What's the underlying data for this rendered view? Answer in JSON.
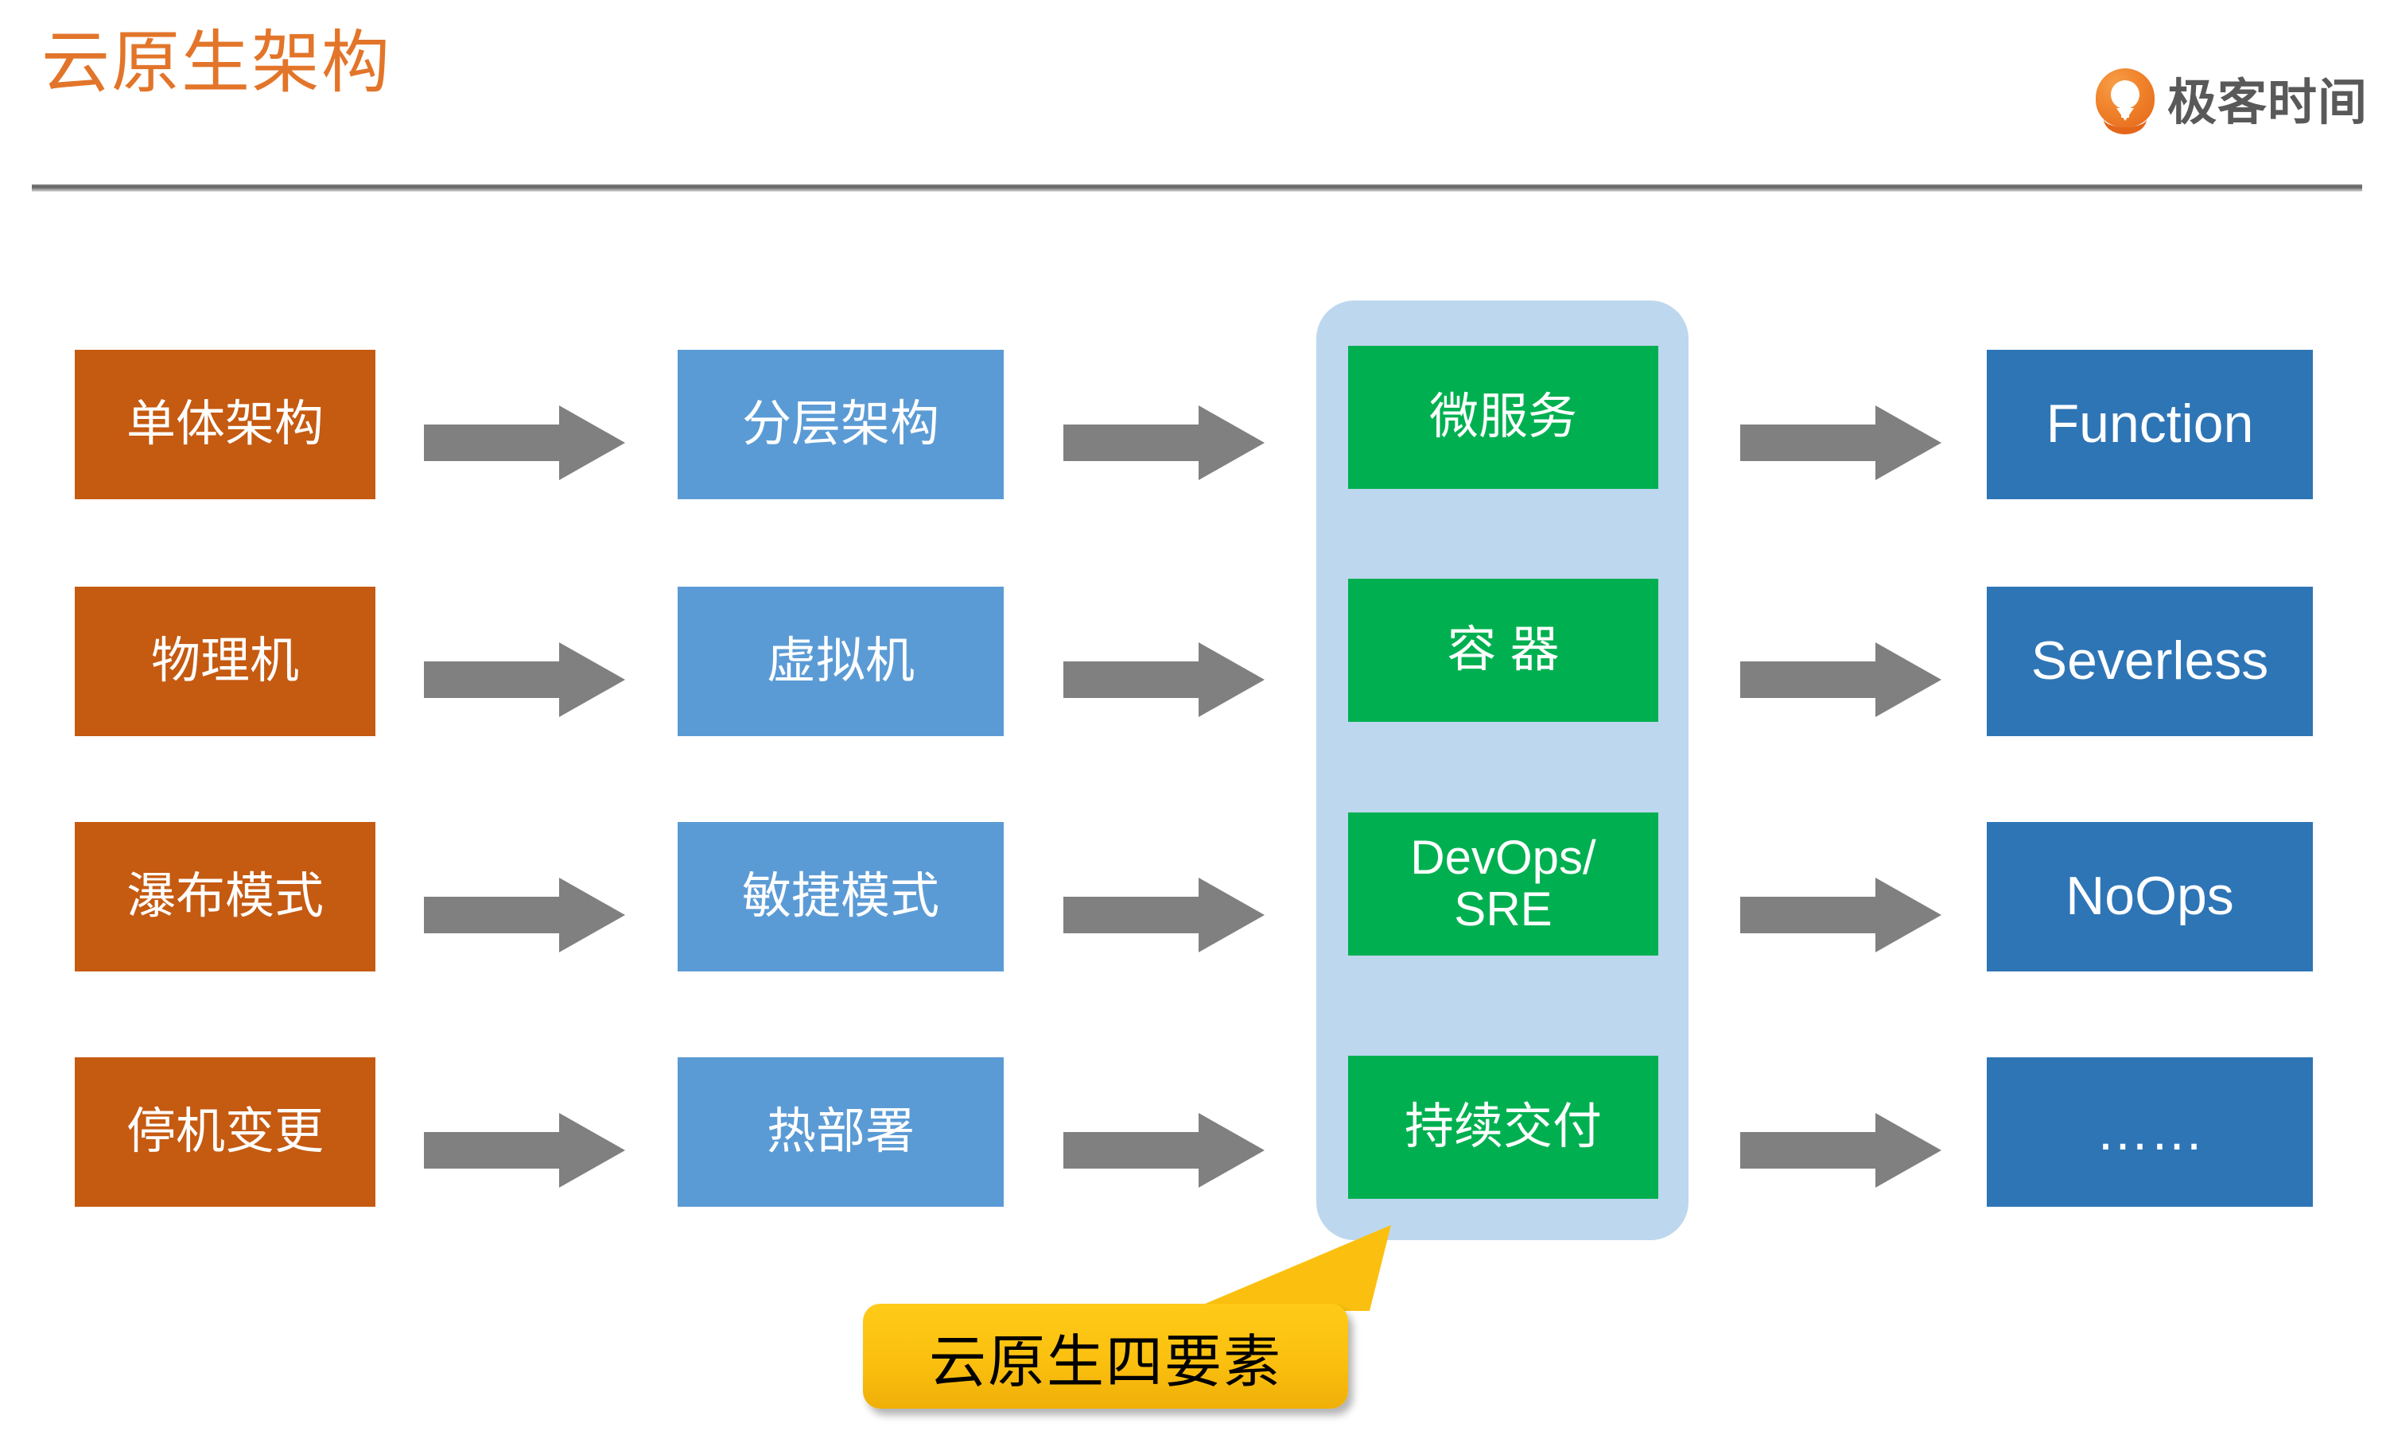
{
  "header": {
    "title": "云原生架构",
    "brand_name": "极客时间",
    "brand_mark_icon": "geektime-logo-icon",
    "title_color": "#E2752A",
    "brand_text_color": "#595959",
    "rule_color": "#808080"
  },
  "diagram": {
    "type": "flow",
    "arrow_icon": "right-arrow-icon",
    "arrow_color": "#808080",
    "highlight_container": {
      "name": "cloud-native-container",
      "color": "#BDD7EE"
    },
    "columns": [
      {
        "key": "legacy",
        "color": "#C55A11",
        "items": [
          "单体架构",
          "物理机",
          "瀑布模式",
          "停机变更"
        ]
      },
      {
        "key": "layered",
        "color": "#5B9BD5",
        "items": [
          "分层架构",
          "虚拟机",
          "敏捷模式",
          "热部署"
        ]
      },
      {
        "key": "cloud-native",
        "color": "#00B050",
        "items": [
          "微服务",
          "容 器",
          "DevOps/\nSRE",
          "持续交付"
        ]
      },
      {
        "key": "future",
        "color": "#2E75B6",
        "items": [
          "Function",
          "Severless",
          "NoOps",
          "……"
        ]
      }
    ],
    "rows": [
      {
        "legacy": "单体架构",
        "layered": "分层架构",
        "cloud_native": "微服务",
        "future": "Function"
      },
      {
        "legacy": "物理机",
        "layered": "虚拟机",
        "cloud_native": "容 器",
        "future": "Severless"
      },
      {
        "legacy": "瀑布模式",
        "layered": "敏捷模式",
        "cloud_native": "DevOps/\nSRE",
        "future": "NoOps"
      },
      {
        "legacy": "停机变更",
        "layered": "热部署",
        "cloud_native": "持续交付",
        "future": "……"
      }
    ]
  },
  "callout": {
    "text": "云原生四要素",
    "fill_color": "#FBC00F",
    "text_color": "#000000"
  }
}
